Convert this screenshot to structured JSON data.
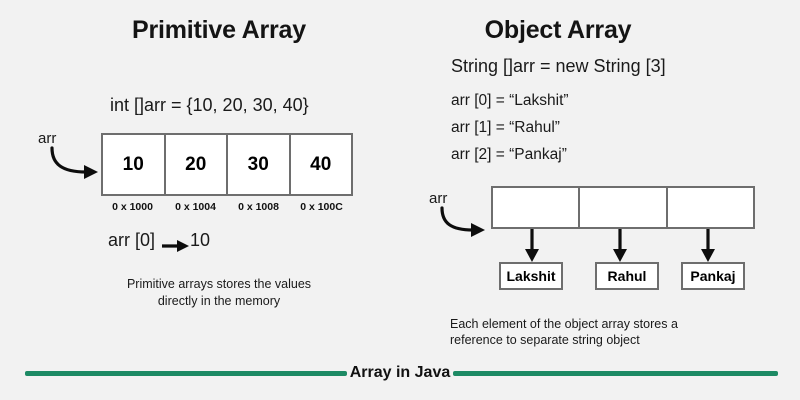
{
  "meta": {
    "background_color": "#f2f2f2",
    "accent_color": "#1d8a64",
    "border_color": "#6e6e6e"
  },
  "left_panel": {
    "title": "Primitive Array",
    "declaration": "int []arr = {10, 20, 30, 40}",
    "pointer_label": "arr",
    "cells": [
      "10",
      "20",
      "30",
      "40"
    ],
    "addresses": [
      "0 x 1000",
      "0 x 1004",
      "0 x 1008",
      "0 x 100C"
    ],
    "index_example": "arr [0]",
    "index_example_value": "10",
    "caption_line1": "Primitive arrays stores the values",
    "caption_line2": "directly in the memory"
  },
  "right_panel": {
    "title": "Object Array",
    "declaration": "String []arr = new String [3]",
    "assignments": [
      "arr [0] = “Lakshit”",
      "arr [1] = “Rahul”",
      "arr [2] = “Pankaj”"
    ],
    "pointer_label": "arr",
    "cells": [
      "",
      "",
      ""
    ],
    "objects": [
      "Lakshit",
      "Rahul",
      "Pankaj"
    ],
    "caption_line1": "Each element of the object  array stores a",
    "caption_line2": "reference to separate string object"
  },
  "footer": {
    "label": "Array in Java"
  }
}
